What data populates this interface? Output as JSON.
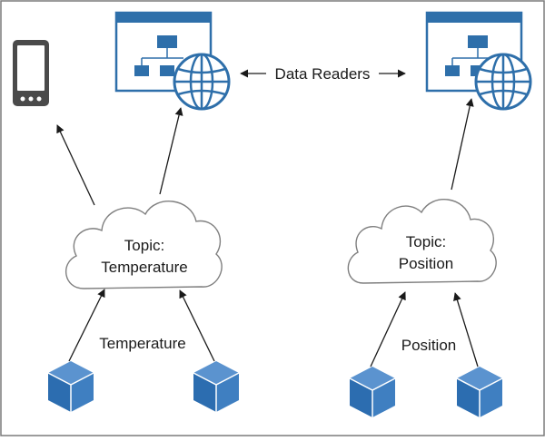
{
  "colors": {
    "border": "#7a7a7a",
    "app_blue": "#2e6faa",
    "app_dark": "#1f5a8c",
    "cube_front": "#2c6db0",
    "cube_top": "#5b93cf",
    "cube_side": "#3f7fc1",
    "phone": "#4a4a4a"
  },
  "icons": {
    "phone": "smartphone-icon",
    "app": "web-application-icon",
    "globe": "globe-icon",
    "writer": "cube-icon"
  },
  "labels": {
    "data_readers": "Data Readers",
    "temperature_data": "Temperature",
    "position_data": "Position"
  },
  "topics": [
    {
      "line1": "Topic:",
      "line2": "Temperature"
    },
    {
      "line1": "Topic:",
      "line2": "Position"
    }
  ]
}
